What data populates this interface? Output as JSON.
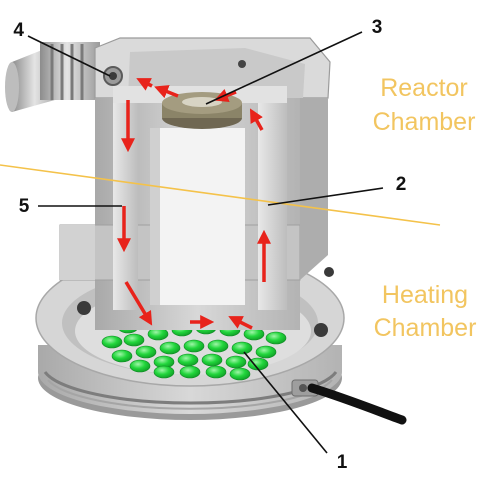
{
  "callouts": {
    "c1": "1",
    "c2": "2",
    "c3": "3",
    "c4": "4",
    "c5": "5"
  },
  "zones": {
    "reactor_line1": "Reactor",
    "reactor_line2": "Chamber",
    "heating_line1": "Heating",
    "heating_line2": "Chamber"
  },
  "colors": {
    "zone_text": "#f2c560",
    "divider_line": "#f4c24a",
    "flow_arrow": "#e8231b",
    "beads": "#1ed43a",
    "apparatus": "#c9c9c9",
    "handle": "#111111"
  },
  "icons": {
    "flow": "red-arrow",
    "bead": "green-pellet"
  }
}
